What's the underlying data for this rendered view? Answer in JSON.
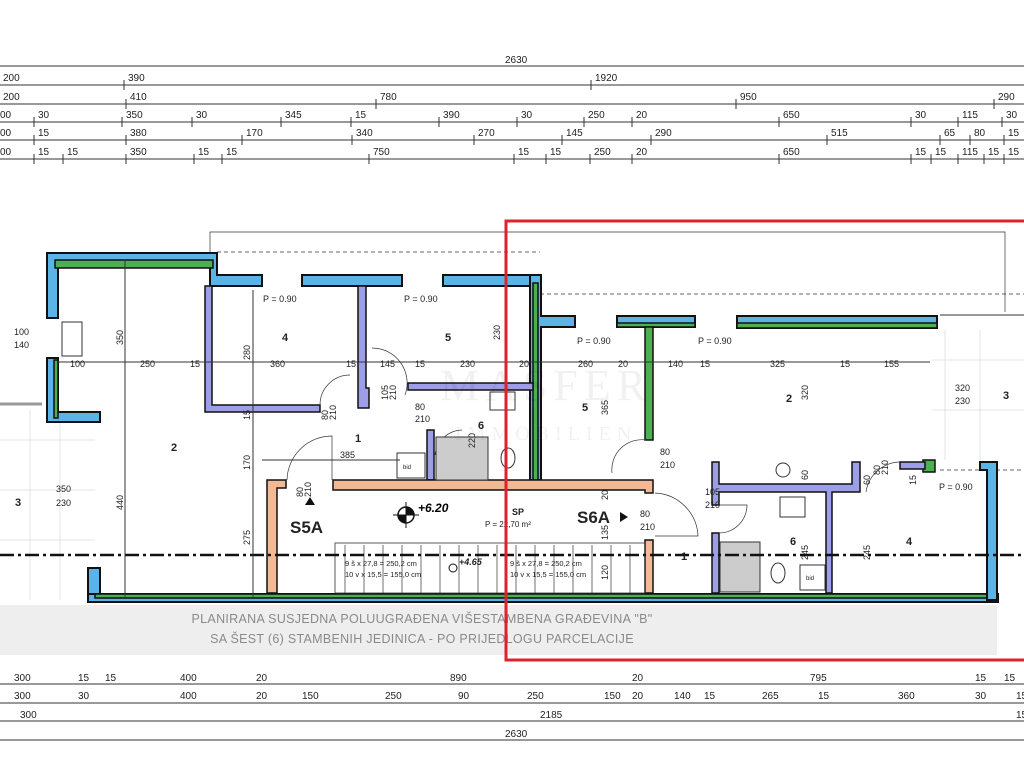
{
  "colors": {
    "exterior_wall": "#5bb4e5",
    "insulation": "#4caf50",
    "interior_wall": "#9c9ee8",
    "party_wall": "#f2b994",
    "highlight": "#d9232d",
    "note_band": "#eeeeee"
  },
  "top_dimensions": [
    [
      "2630"
    ],
    [
      "200",
      "390",
      "1920"
    ],
    [
      "200",
      "410",
      "780",
      "950",
      "290"
    ],
    [
      "00",
      "30",
      "350",
      "30",
      "345",
      "15",
      "390",
      "30",
      "250",
      "20",
      "650",
      "30",
      "115",
      "30"
    ],
    [
      "00",
      "15",
      "380",
      "170",
      "340",
      "270",
      "145",
      "290",
      "515",
      "65",
      "80",
      "15"
    ],
    [
      "00",
      "15",
      "15",
      "350",
      "15",
      "15",
      "750",
      "15",
      "15",
      "250",
      "20",
      "650",
      "15",
      "15",
      "115",
      "15",
      "15"
    ]
  ],
  "bottom_dimensions": [
    [
      "300",
      "15",
      "15",
      "400",
      "20",
      "890",
      "20",
      "795",
      "15",
      "15"
    ],
    [
      "300",
      "30",
      "400",
      "20",
      "150",
      "250",
      "90",
      "250",
      "150",
      "20",
      "140",
      "15",
      "265",
      "15",
      "360",
      "30",
      "15"
    ],
    [
      "300",
      "2185",
      "15"
    ],
    [
      "2630"
    ]
  ],
  "rooms": {
    "left": {
      "r1": "1",
      "r2": "2",
      "r3": "3",
      "r4": "4",
      "r5": "5",
      "r6": "6"
    },
    "right": {
      "r1": "1",
      "r2": "2",
      "r3": "3",
      "r4": "4",
      "r5": "5",
      "r6": "6"
    }
  },
  "window_labels": {
    "p090": "P = 0.90",
    "w100": "100",
    "w140": "140",
    "w350": "350",
    "w230": "230",
    "w320": "320"
  },
  "plan_dimensions": {
    "left_row": [
      "100",
      "250",
      "15",
      "360",
      "15",
      "145",
      "15",
      "230",
      "20"
    ],
    "right_row": [
      "260",
      "20",
      "140",
      "15",
      "325",
      "15",
      "155"
    ],
    "vertical": [
      "350",
      "440",
      "280",
      "15",
      "170",
      "275",
      "230",
      "220",
      "365",
      "20",
      "135",
      "120",
      "320",
      "60",
      "245",
      "245",
      "60",
      "15"
    ],
    "doors": [
      "80",
      "210",
      "105",
      "210",
      "80",
      "210",
      "80",
      "210",
      "80",
      "210",
      "105",
      "210",
      "80",
      "210",
      "80",
      "210"
    ],
    "d385": "385"
  },
  "units": {
    "s5a": "S5A",
    "s6a": "S6A"
  },
  "levels": {
    "main": "+6.20",
    "landing": "+4.65"
  },
  "stair": {
    "code": "SP",
    "area": "P = 22,70 m²",
    "steps_a": "9 š x 27,8 = 250,2 cm",
    "rise_a": "10 v x 15,5 = 155,0 cm",
    "steps_b": "9 š x 27,8 = 250,2 cm",
    "rise_b": "10 v x 15,5 = 155,0 cm"
  },
  "fixtures": {
    "bidet": "bid"
  },
  "note": {
    "line1": "PLANIRANA SUSJEDNA POLUUGRAĐENA VIŠESTAMBENA GRAĐEVINA \"B\"",
    "line2": "SA ŠEST (6) STAMBENIH JEDINICA - PO PRIJEDLOGU PARCELACIJE"
  },
  "watermark": {
    "line1": "MASFER",
    "line2": "IMMOBILIEN"
  }
}
